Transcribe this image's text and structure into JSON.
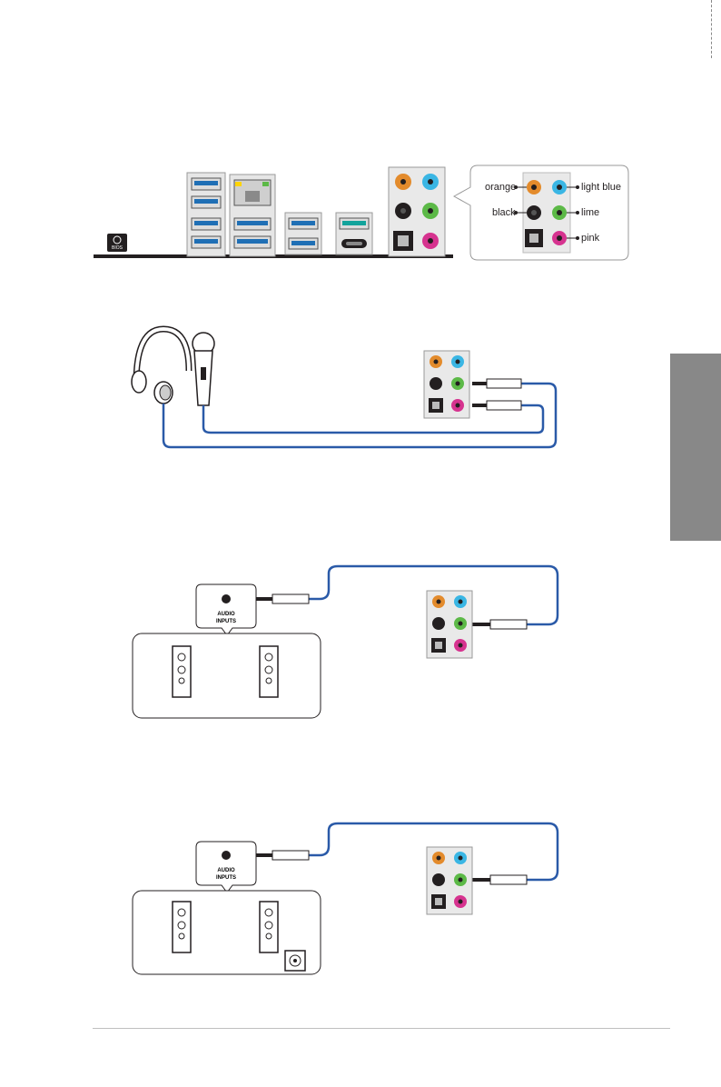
{
  "io_panel": {
    "bios_label": "BIOS",
    "port_legend": {
      "orange": "orange",
      "black": "black",
      "light_blue": "light blue",
      "lime": "lime",
      "pink": "pink"
    }
  },
  "speaker_setups": [
    {
      "input_label_line1": "AUDIO",
      "input_label_line2": "INPUTS"
    },
    {
      "input_label_line1": "AUDIO",
      "input_label_line2": "INPUTS"
    }
  ],
  "colors": {
    "orange": "#e38b2c",
    "light_blue": "#3ab6e4",
    "black": "#231f20",
    "lime": "#5cb947",
    "pink": "#d6338f",
    "usb_blue": "#1f6fb5",
    "cable_blue": "#2a5aa8",
    "side_tab": "#888888"
  }
}
